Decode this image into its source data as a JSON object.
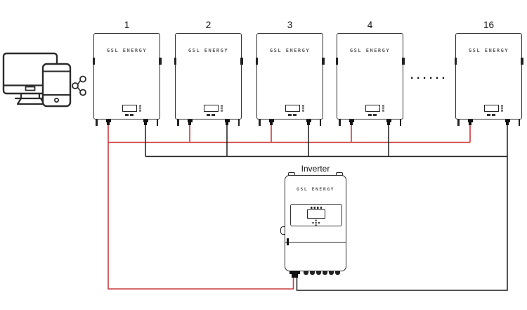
{
  "colors": {
    "wire_positive": "#cc3a3e",
    "wire_negative": "#1c1c1c",
    "outline": "#2e2e2e",
    "brand_text": "#5d5d5d",
    "label_text": "#141414"
  },
  "devices": {
    "icons": [
      "desktop-monitor-icon",
      "smartphone-icon",
      "share-icon"
    ]
  },
  "batteries": [
    {
      "label": "1",
      "brand": "GSL ENERGY"
    },
    {
      "label": "2",
      "brand": "GSL ENERGY"
    },
    {
      "label": "3",
      "brand": "GSL ENERGY"
    },
    {
      "label": "4",
      "brand": "GSL ENERGY"
    },
    {
      "label": "16",
      "brand": "GSL ENERGY"
    }
  ],
  "ellipsis": "......",
  "inverter": {
    "label": "Inverter",
    "brand": "GSL ENERGY"
  }
}
